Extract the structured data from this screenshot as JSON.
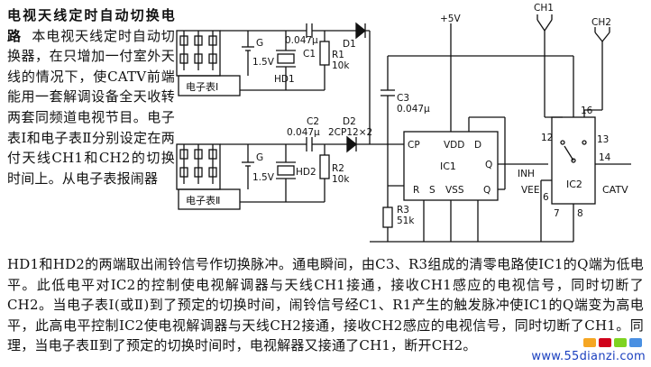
{
  "article": {
    "title": "电视天线定时自动切换电路",
    "intro": "本电视天线定时自动切换器，在只增加一付室外天线的情况下，使CATV前端能用一套解调设备全天收转两套同频道电视节目。电子表Ⅰ和电子表Ⅱ分别设定在两付天线CH1和CH2的切换时间上。从电子表报闹器",
    "body": "HD1和HD2的两端取出闹铃信号作切换脉冲。通电瞬间，由C3、R3组成的清零电路使IC1的Q端为低电平。此低电平对IC2的控制使电视解调器与天线CH1接通，接收CH1感应的电视信号，同时切断了CH2。当电子表Ⅰ(或Ⅱ)到了预定的切换时间，闹铃信号经C1、R1产生的触发脉冲使IC1的Q端变为高电平，此高电平控制IC2使电视解调器与天线CH2接通，接收CH2感应的电视信号，同时切断了CH1。同理，当电子表Ⅱ到了预定的切换时间时，电视解器又接通了CH1，断开CH2。"
  },
  "circuit": {
    "watch1": "电子表Ⅰ",
    "watch2": "电子表Ⅱ",
    "g1": "G",
    "g1_v": "1.5V",
    "g2": "G",
    "g2_v": "1.5V",
    "hd1": "HD1",
    "hd2": "HD2",
    "c1_val": "0.047μ",
    "c1": "C1",
    "c2": "C2",
    "c2_val": "0.047μ",
    "r1": "R1",
    "r1_val": "10k",
    "r2": "R2",
    "r2_val": "10k",
    "d1": "D1",
    "d2": "D2",
    "diode_part": "2CP12×2",
    "vplus": "+5V",
    "c3": "C3",
    "c3_val": "0.047μ",
    "r3": "R3",
    "r3_val": "51k",
    "ic1": "IC1",
    "ic1_cp": "CP",
    "ic1_vdd": "VDD",
    "ic1_d": "D",
    "ic1_q": "Q",
    "ic1_r": "R",
    "ic1_s": "S",
    "ic1_vss": "VSS",
    "ic1_qbar": "Q",
    "ic2": "IC2",
    "ic2_inh": "INH",
    "ic2_vee": "VEE",
    "ch1": "CH1",
    "ch2": "CH2",
    "catv": "CATV",
    "pin16": "16",
    "pin12": "12",
    "pin13": "13",
    "pin14": "14",
    "pin6": "6",
    "pin7": "7",
    "pin8": "8"
  },
  "watermark": "www.55dianzi.com"
}
